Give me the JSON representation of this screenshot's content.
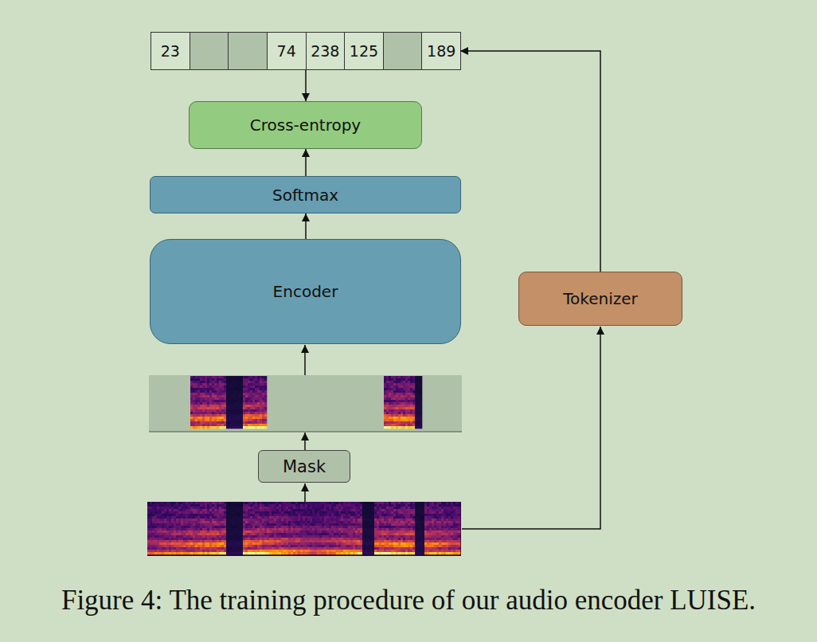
{
  "diagram": {
    "caption": "Figure 4: The training procedure of our audio encoder LUISE.",
    "nodes": [
      {
        "text": [
          "23",
          "74",
          "238",
          "125",
          "189"
        ]
      },
      {
        "text": [
          "Cross-entropy"
        ]
      },
      {
        "text": [
          "Softmax"
        ]
      },
      {
        "text": [
          "Encoder"
        ]
      },
      {
        "text": [
          "Tokenizer"
        ]
      },
      {
        "text": [
          "Mask"
        ]
      }
    ],
    "edges": [
      {
        "from": 0,
        "to": 1,
        "arrow": "to"
      },
      {
        "from": 2,
        "to": 1,
        "arrow": "to"
      },
      {
        "from": 3,
        "to": 2,
        "arrow": "to"
      },
      {
        "from": 4,
        "to": 0,
        "arrow": "to"
      }
    ]
  }
}
